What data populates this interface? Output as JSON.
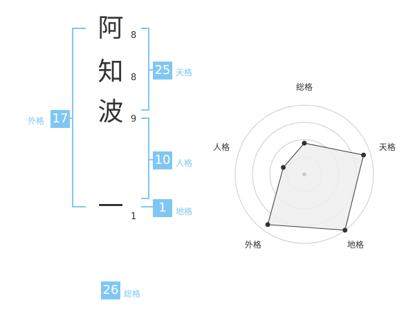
{
  "name": {
    "chars": [
      {
        "char": "阿",
        "strokes": "8"
      },
      {
        "char": "知",
        "strokes": "8"
      },
      {
        "char": "波",
        "strokes": "9"
      },
      {
        "char": "一",
        "strokes": "1"
      }
    ]
  },
  "fortunes": {
    "tenkaku": {
      "value": "25",
      "label": "天格"
    },
    "jinkaku": {
      "value": "10",
      "label": "人格"
    },
    "chikaku": {
      "value": "1",
      "label": "地格"
    },
    "gaikaku": {
      "value": "17",
      "label": "外格"
    },
    "soukaku": {
      "value": "26",
      "label": "総格"
    }
  },
  "colors": {
    "accent": "#7fc7f3",
    "text": "#333333"
  },
  "chart_data": {
    "type": "radar",
    "axes": [
      "総格",
      "天格",
      "地格",
      "外格",
      "人格"
    ],
    "values": [
      0.45,
      0.9,
      1.0,
      0.9,
      0.32
    ],
    "range": [
      0,
      1
    ],
    "rings": 4
  }
}
